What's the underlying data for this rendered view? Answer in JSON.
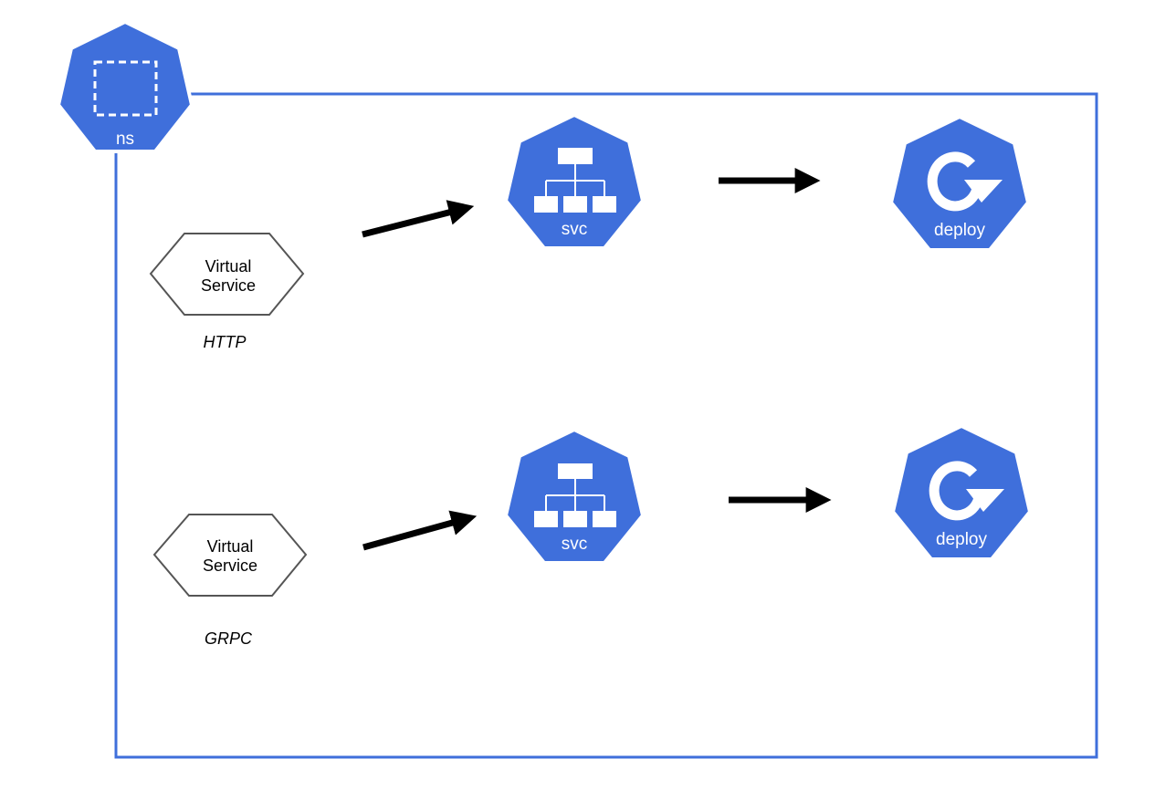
{
  "namespace": {
    "label": "ns"
  },
  "rows": [
    {
      "virtual_service": {
        "line1": "Virtual",
        "line2": "Service"
      },
      "protocol": "HTTP",
      "service": {
        "label": "svc"
      },
      "deployment": {
        "label": "deploy"
      }
    },
    {
      "virtual_service": {
        "line1": "Virtual",
        "line2": "Service"
      },
      "protocol": "GRPC",
      "service": {
        "label": "svc"
      },
      "deployment": {
        "label": "deploy"
      }
    }
  ],
  "colors": {
    "k8s_blue": "#326CE5",
    "icon_blue": "#3F6FDB",
    "arrow": "#000000",
    "vs_stroke": "#555555"
  }
}
